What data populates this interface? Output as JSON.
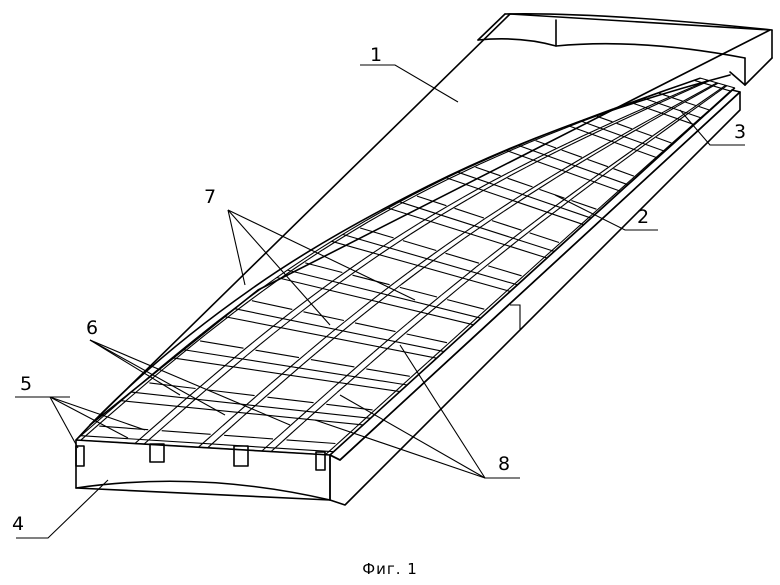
{
  "figure": {
    "caption": "Фиг. 1",
    "labels": {
      "l1": "1",
      "l2": "2",
      "l3": "3",
      "l4": "4",
      "l5": "5",
      "l6": "6",
      "l7": "7",
      "l8": "8"
    }
  }
}
